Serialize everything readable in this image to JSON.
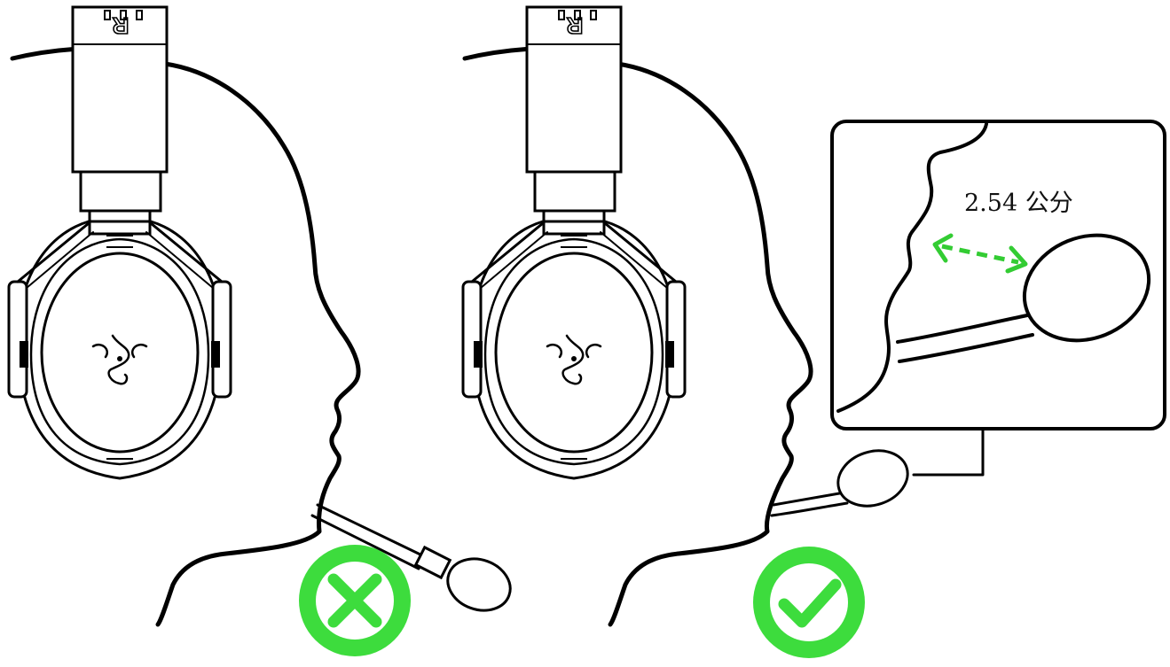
{
  "figure": {
    "headband_letter": "R",
    "distance_label": "2.54 公分",
    "incorrect_badge": {
      "icon": "x-mark-icon",
      "meaning": "incorrect"
    },
    "correct_badge": {
      "icon": "check-mark-icon",
      "meaning": "correct"
    }
  },
  "colors": {
    "ink": "#000000",
    "accent_green": "#3ddc3d",
    "arrow_green": "#33cc33",
    "background": "#ffffff"
  }
}
